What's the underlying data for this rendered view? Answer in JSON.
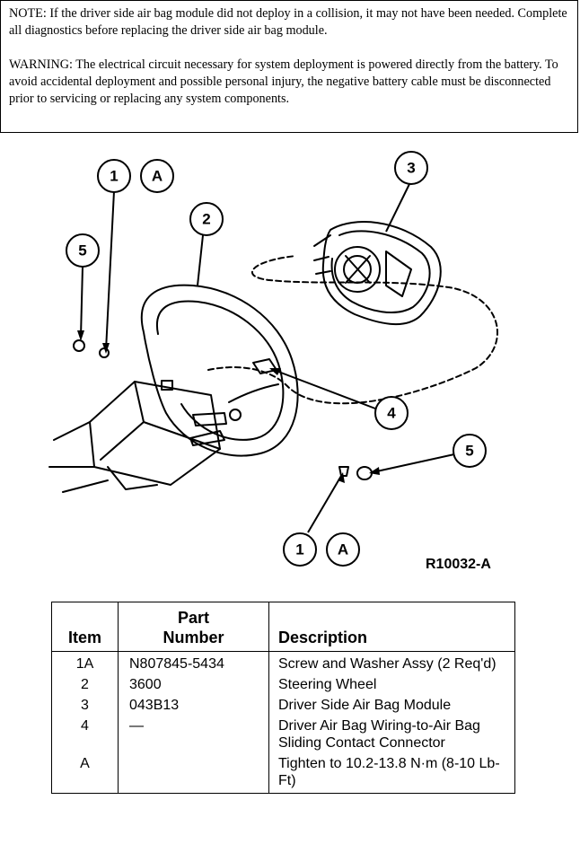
{
  "notes": {
    "note": "NOTE: If the driver side air bag module did not deploy in a collision, it may not have been needed. Complete all diagnostics before replacing the driver side air bag module.",
    "warning": "WARNING: The electrical circuit necessary for system deployment is powered directly from the battery. To avoid accidental deployment and possible personal injury, the negative battery cable must be disconnected prior to servicing or replacing any system components."
  },
  "figure": {
    "id": "R10032-A",
    "callouts": {
      "c1_top": "1",
      "ca_top": "A",
      "c2": "2",
      "c3": "3",
      "c4": "4",
      "c5_left": "5",
      "c5_right": "5",
      "c1_bottom": "1",
      "ca_bottom": "A"
    }
  },
  "table": {
    "headers": {
      "item": "Item",
      "part_line1": "Part",
      "part_line2": "Number",
      "description": "Description"
    },
    "rows": [
      {
        "item": "1A",
        "part": "N807845-5434",
        "description": "Screw and Washer Assy (2 Req'd)"
      },
      {
        "item": "2",
        "part": "3600",
        "description": "Steering Wheel"
      },
      {
        "item": "3",
        "part": "043B13",
        "description": "Driver Side Air Bag Module"
      },
      {
        "item": "4",
        "part": "—",
        "description": "Driver Air Bag Wiring-to-Air Bag Sliding Contact Connector"
      },
      {
        "item": "A",
        "part": "",
        "description": "Tighten to 10.2-13.8 N·m (8-10 Lb-Ft)"
      }
    ]
  }
}
